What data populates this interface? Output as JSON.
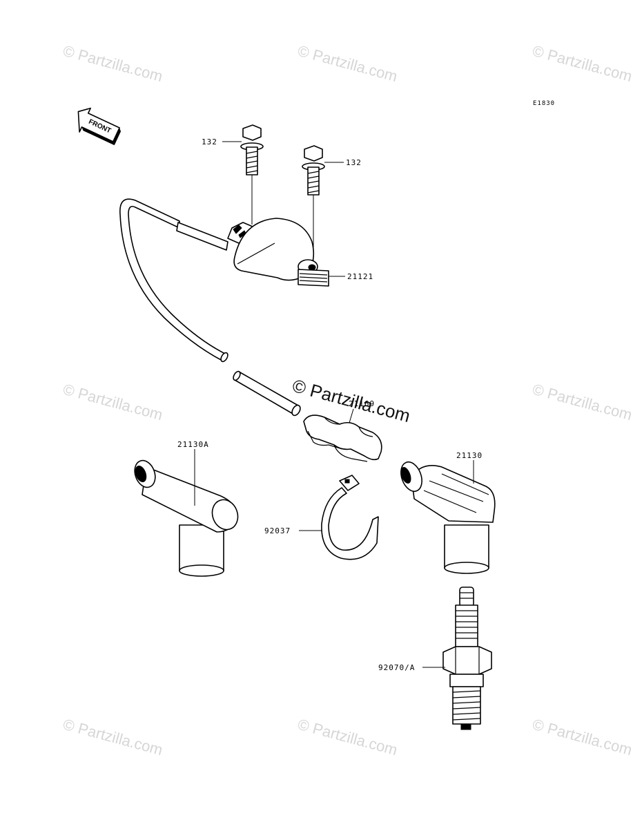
{
  "diagram_code": "E1830",
  "front_label": "FRONT",
  "watermark": {
    "text": "Partzilla.com",
    "symbol": "©"
  },
  "parts": [
    {
      "id": "bolt-left",
      "label": "132"
    },
    {
      "id": "bolt-right",
      "label": "132"
    },
    {
      "id": "ignition-coil",
      "label": "21121"
    },
    {
      "id": "clamp",
      "label": "21169"
    },
    {
      "id": "plug-cap-a",
      "label": "21130A"
    },
    {
      "id": "plug-cap",
      "label": "21130"
    },
    {
      "id": "band",
      "label": "92037"
    },
    {
      "id": "spark-plug",
      "label": "92070/A"
    }
  ]
}
